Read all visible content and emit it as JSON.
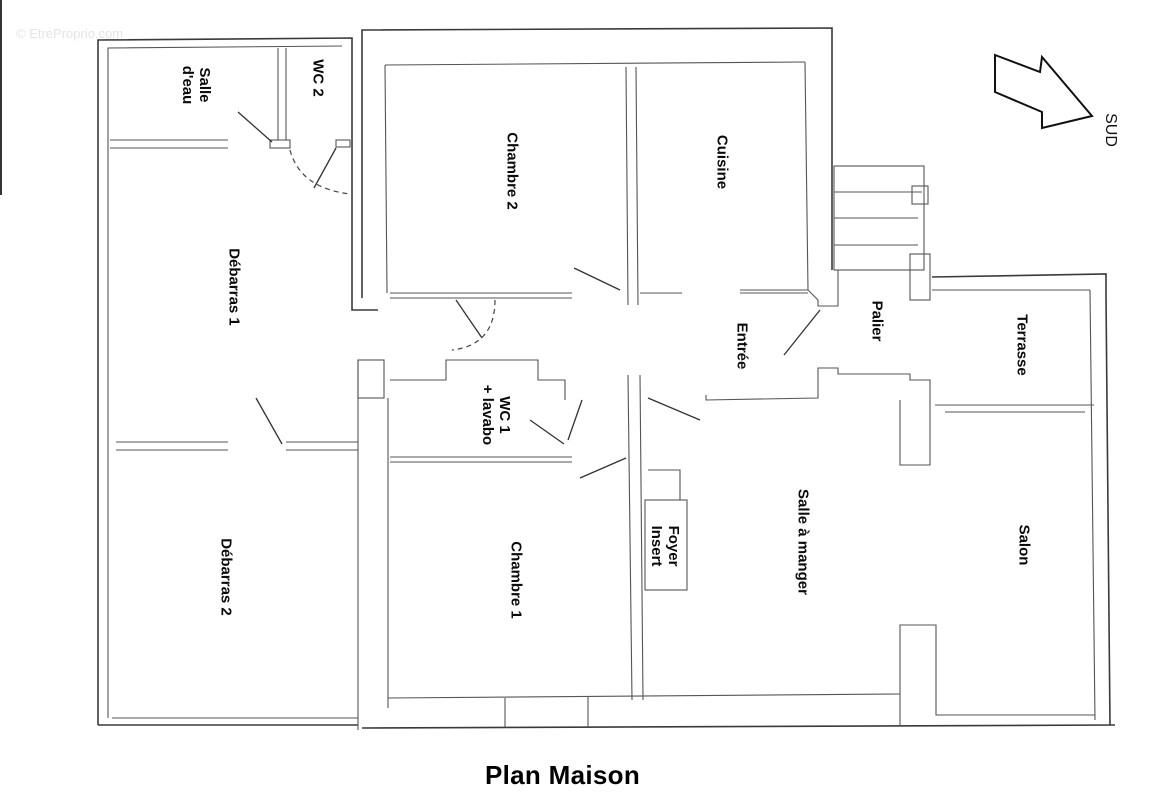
{
  "document": {
    "title": "Plan Maison",
    "watermark": "© EtreProprio.com",
    "orientation": {
      "label": "SUD",
      "icon": "arrow-right-icon"
    }
  },
  "rooms": {
    "salle_deau": {
      "line1": "Salle",
      "line2": "d'eau"
    },
    "wc2": {
      "label": "WC 2"
    },
    "chambre2": {
      "label": "Chambre 2"
    },
    "cuisine": {
      "label": "Cuisine"
    },
    "debarras1": {
      "label": "Débarras 1"
    },
    "debarras2": {
      "label": "Débarras 2"
    },
    "entree": {
      "label": "Entrée"
    },
    "palier": {
      "label": "Palier"
    },
    "terrasse": {
      "label": "Terrasse"
    },
    "wc1": {
      "line1": "WC 1",
      "line2": "+ lavabo"
    },
    "chambre1": {
      "label": "Chambre 1"
    },
    "foyer": {
      "line1": "Foyer",
      "line2": "Insert"
    },
    "salle_a_manger": {
      "label": "Salle à manger"
    },
    "salon": {
      "label": "Salon"
    }
  },
  "colors": {
    "ink": "#000000",
    "wall": "#3a3a3a",
    "background": "#ffffff"
  }
}
